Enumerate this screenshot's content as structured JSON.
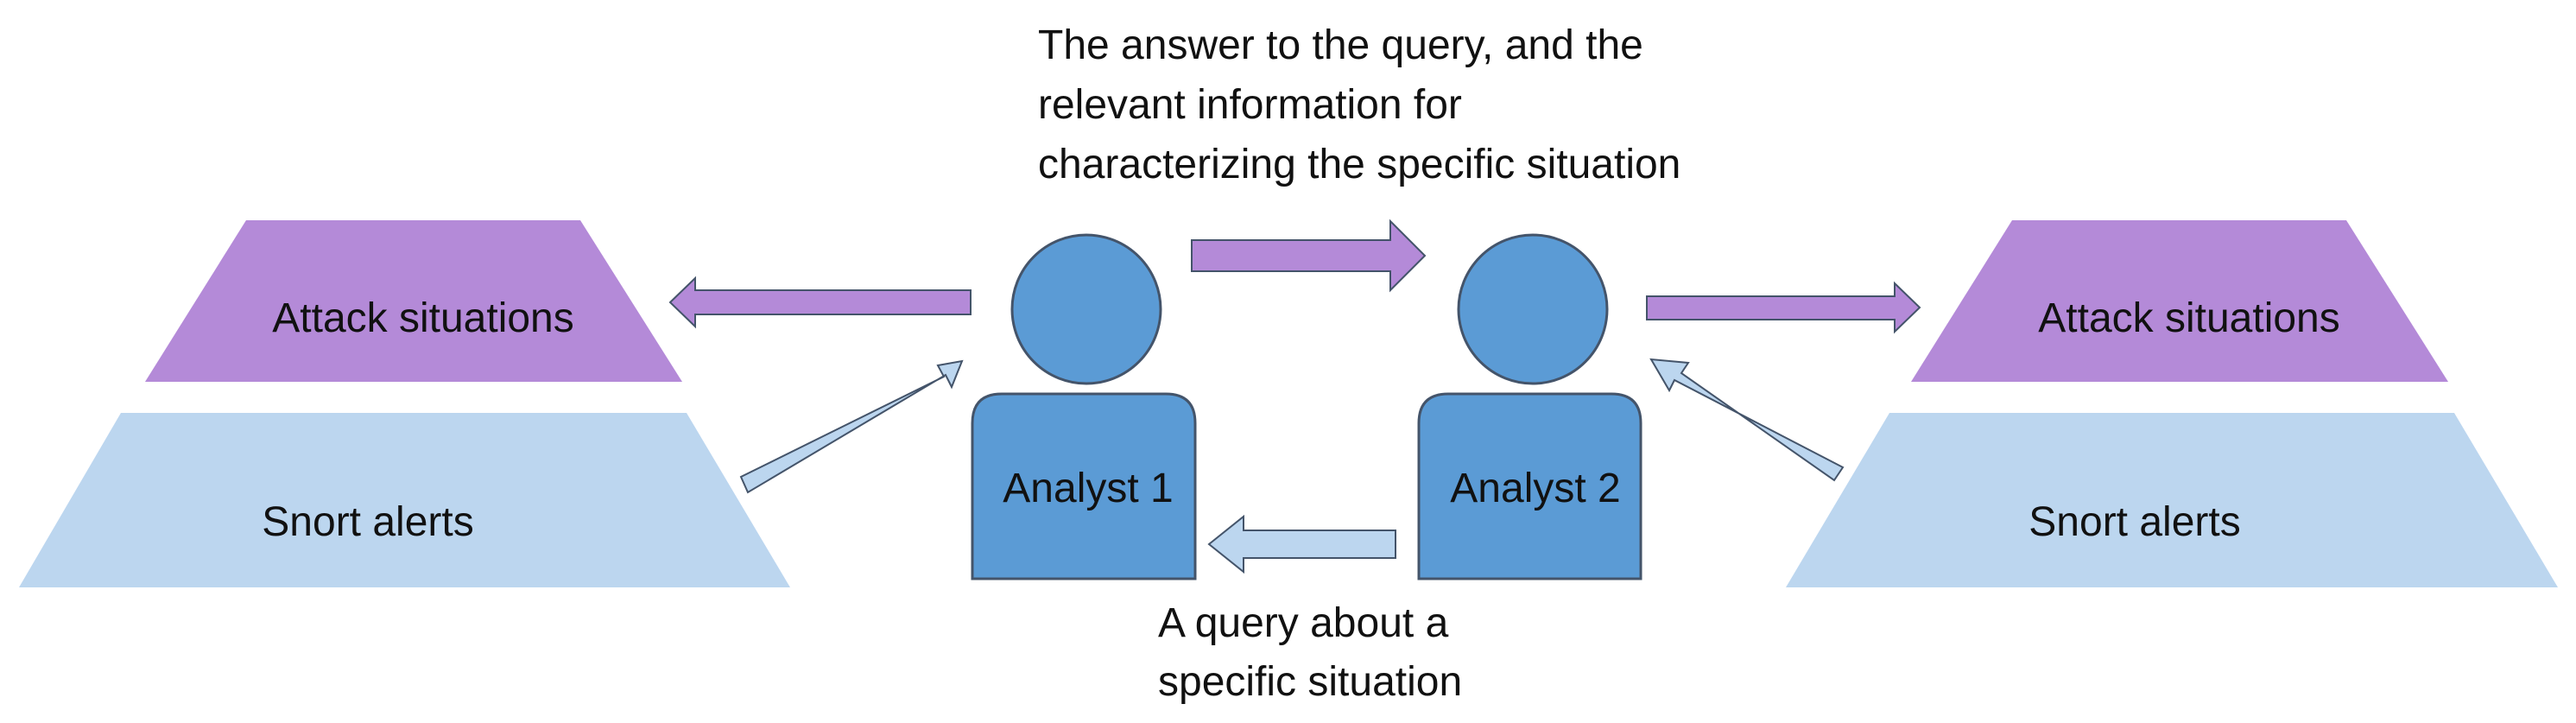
{
  "labels": {
    "attack_situations_left": "Attack situations",
    "snort_alerts_left": "Snort alerts",
    "attack_situations_right": "Attack situations",
    "snort_alerts_right": "Snort alerts",
    "analyst_1": "Analyst 1",
    "analyst_2": "Analyst 2"
  },
  "captions": {
    "answer": [
      "The answer to the query, and the",
      "relevant information for",
      "characterizing the specific situation"
    ],
    "query": [
      "A query about a",
      "specific situation"
    ]
  },
  "colors": {
    "purple": "#b48ad8",
    "light_blue": "#bcd6ef",
    "person_blue": "#5b9bd5",
    "stroke": "#44546a"
  }
}
